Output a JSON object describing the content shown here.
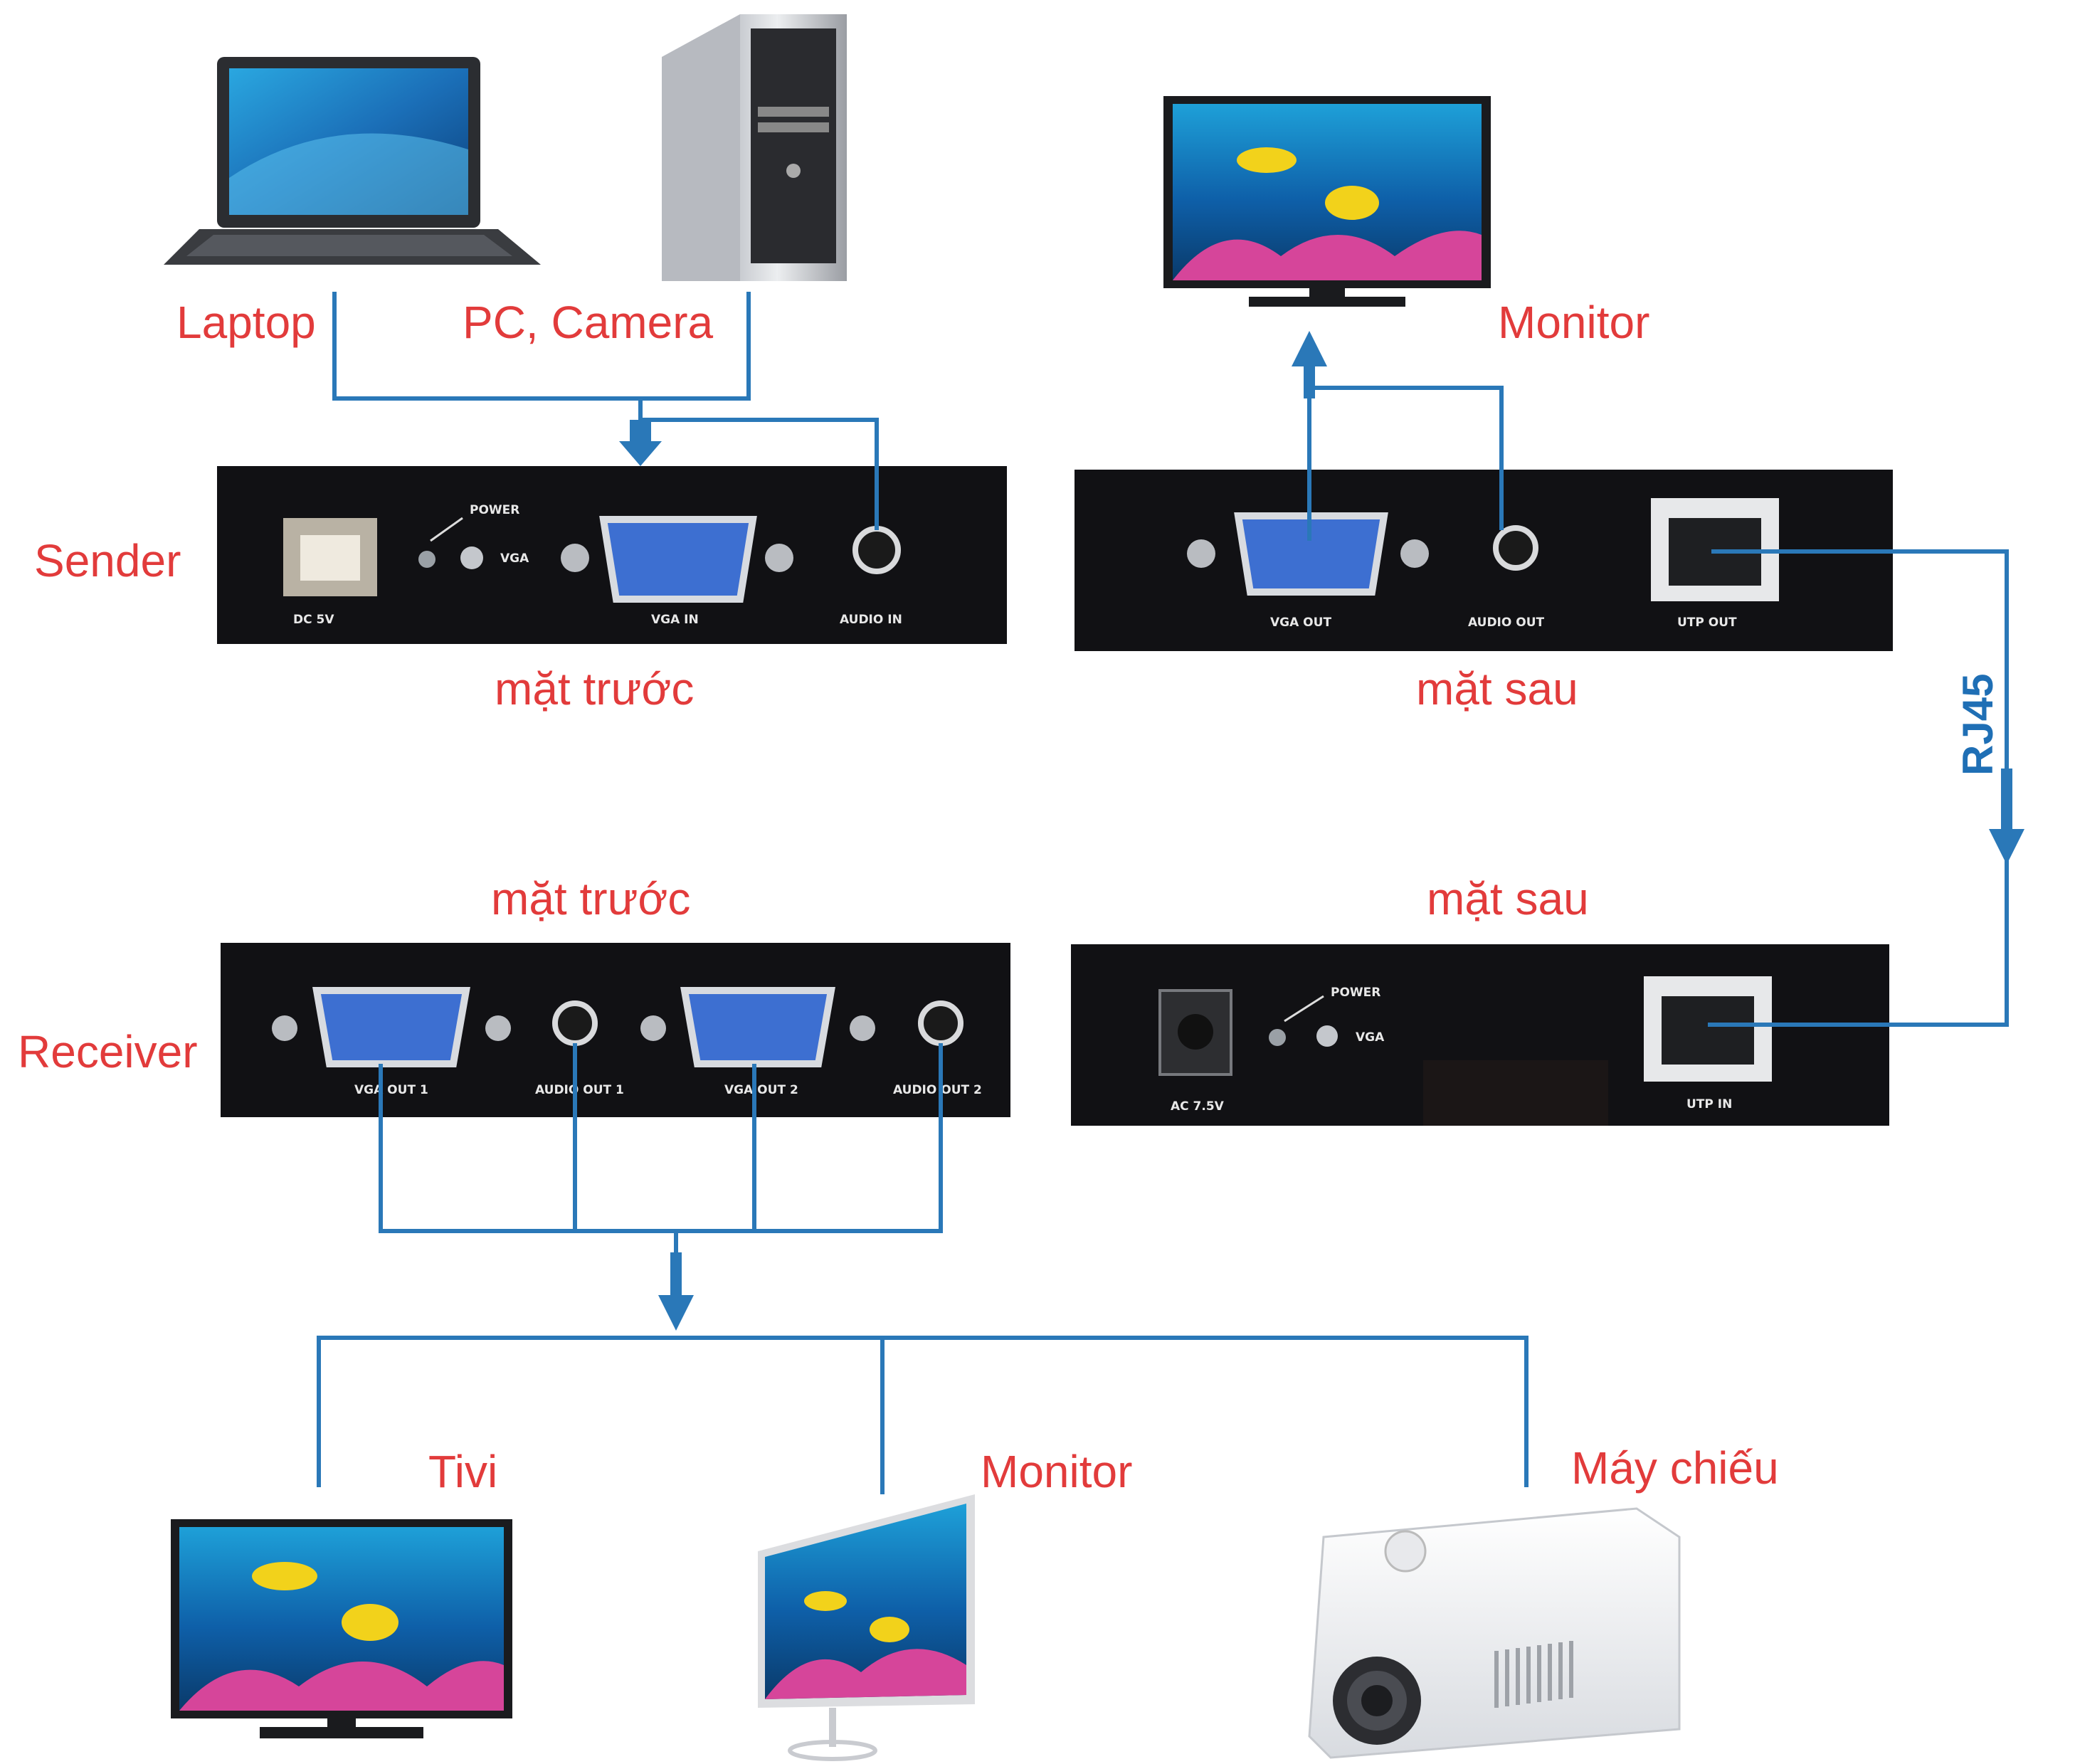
{
  "colors": {
    "label": "#e23b3b",
    "cable": "#2a78b8",
    "device_box": "#111114",
    "vga_port": "#3d6fd1"
  },
  "labels": {
    "laptop": "Laptop",
    "pc_camera": "PC, Camera",
    "monitor_top": "Monitor",
    "sender": "Sender",
    "receiver": "Receiver",
    "sender_front": "mặt trước",
    "sender_back": "mặt sau",
    "receiver_front": "mặt trước",
    "receiver_back": "mặt sau",
    "rj45": "RJ45",
    "tivi": "Tivi",
    "monitor_bottom": "Monitor",
    "projector": "Máy chiếu"
  },
  "ports": {
    "sender_front": {
      "dc": "DC 5V",
      "power": "POWER",
      "vga": "VGA",
      "vga_in": "VGA IN",
      "audio_in": "AUDIO IN"
    },
    "sender_back": {
      "vga_out": "VGA OUT",
      "audio_out": "AUDIO OUT",
      "utp_out": "UTP OUT"
    },
    "receiver_front": {
      "vga_out_1": "VGA OUT 1",
      "audio_out_1": "AUDIO OUT 1",
      "vga_out_2": "VGA OUT 2",
      "audio_out_2": "AUDIO OUT 2"
    },
    "receiver_back": {
      "ac": "AC 7.5V",
      "power": "POWER",
      "vga": "VGA",
      "utp_in": "UTP IN"
    }
  }
}
